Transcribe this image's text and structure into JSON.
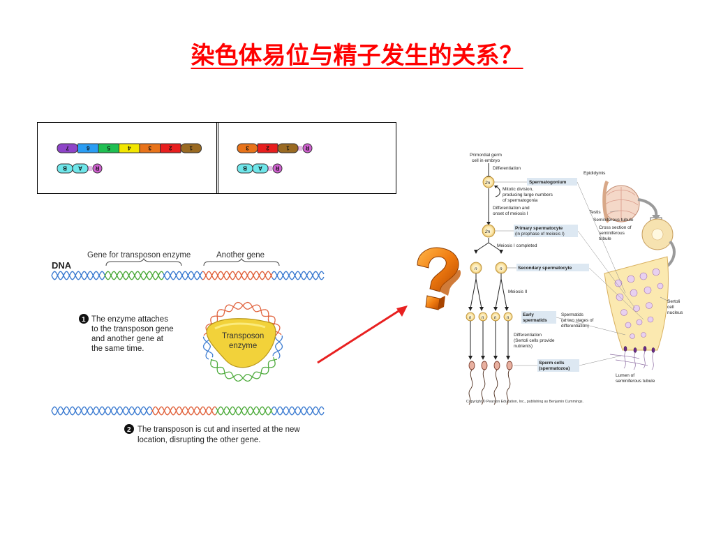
{
  "slide": {
    "title": "染色体易位与精子发生的关系？"
  },
  "chromosomes": {
    "left_top": [
      {
        "label": "7",
        "color": "#8e44c8"
      },
      {
        "label": "6",
        "color": "#2a9df4"
      },
      {
        "label": "5",
        "color": "#1fbf52"
      },
      {
        "label": "4",
        "color": "#f2e600"
      },
      {
        "label": "3",
        "color": "#e8731a"
      },
      {
        "label": "2",
        "color": "#e81e1e"
      },
      {
        "label": "1",
        "color": "#9a6a22"
      }
    ],
    "left_bottom": [
      {
        "label": "B",
        "color": "#6fe6ea"
      },
      {
        "label": "A",
        "color": "#6fe6ea"
      },
      {
        "label": "R",
        "color": "#d060d0"
      }
    ],
    "right_top": [
      {
        "label": "3",
        "color": "#e8731a"
      },
      {
        "label": "2",
        "color": "#e81e1e"
      },
      {
        "label": "1",
        "color": "#9a6a22"
      },
      {
        "label": "R",
        "color": "#d060d0"
      }
    ],
    "right_bottom": [
      {
        "label": "B",
        "color": "#6fe6ea"
      },
      {
        "label": "A",
        "color": "#6fe6ea"
      },
      {
        "label": "R",
        "color": "#d060d0"
      }
    ]
  },
  "transposon": {
    "dna_label": "DNA",
    "gene_label_1": "Gene for transposon enzyme",
    "gene_label_2": "Another gene",
    "step1_number": "1",
    "step1_lines": [
      "The enzyme attaches",
      "to the transposon gene",
      "and another gene at",
      "the same time."
    ],
    "enzyme_lines": [
      "Transposon",
      "enzyme"
    ],
    "step2_number": "2",
    "step2_lines": [
      "The transposon is cut and inserted at the new",
      "location, disrupting the other gene."
    ]
  },
  "spermatogenesis": {
    "primordial": [
      "Primordial germ",
      "cell in embryo"
    ],
    "differentiation": "Differentiation",
    "spermatogonium": "Spermatogonium",
    "mitotic": [
      "Mitotic division,",
      "producing large numbers",
      "of spermatogonia"
    ],
    "diff_meiosis": [
      "Differentiation and",
      "onset of meiosis I"
    ],
    "primary": [
      "Primary spermatocyte",
      "(in prophase of meiosis I)"
    ],
    "meiosis1": "Meiosis I completed",
    "secondary": "Secondary spermatocyte",
    "meiosis2": "Meiosis II",
    "early": [
      "Early",
      "spermatids"
    ],
    "spermatids": [
      "Spermatids",
      "(at two stages of",
      "differentiation)"
    ],
    "diff_sertoli": [
      "Differentiation",
      "(Sertoli cells provide",
      "nutrients)"
    ],
    "sperm": [
      "Sperm cells",
      "(spermatozoa)"
    ],
    "epididymis": "Epididymis",
    "testis": "Testis",
    "seminiferous": "Seminiferous tubule",
    "cross_section": [
      "Cross section of",
      "seminiferous",
      "tubule"
    ],
    "sertoli": [
      "Sertoli",
      "cell",
      "nucleus"
    ],
    "lumen": [
      "Lumen of",
      "seminiferous tubule"
    ],
    "copyright": "Copyright © Pearson Education, Inc., publishing as Benjamin Cummings.",
    "cell_2n": "2n",
    "cell_n": "n"
  },
  "question_mark": "?"
}
